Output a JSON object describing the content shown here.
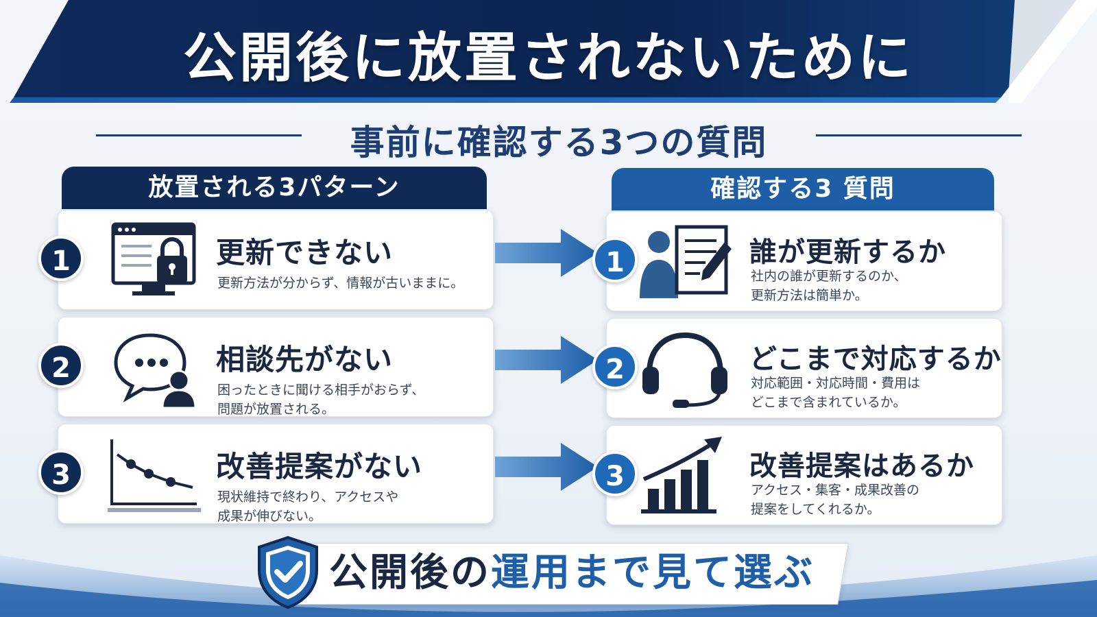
{
  "title": "公開後に放置されないために",
  "subtitle": "事前に確認する3つの質問",
  "left_column": {
    "header": "放置される3パターン",
    "items": [
      {
        "number": "1",
        "title": "更新できない",
        "description": "更新方法が分からず、情報が古いままに。",
        "icon": "locked-monitor-icon"
      },
      {
        "number": "2",
        "title": "相談先がない",
        "description": "困ったときに聞ける相手がおらず、\n問題が放置される。",
        "icon": "chat-bubble-person-icon"
      },
      {
        "number": "3",
        "title": "改善提案がない",
        "description": "現状維持で終わり、アクセスや\n成果が伸びない。",
        "icon": "declining-chart-icon"
      }
    ]
  },
  "right_column": {
    "header": "確認する3 質問",
    "items": [
      {
        "number": "1",
        "title": "誰が更新するか",
        "description": "社内の誰が更新するのか、\n更新方法は簡単か。",
        "icon": "person-document-icon"
      },
      {
        "number": "2",
        "title": "どこまで対応するか",
        "description": "対応範囲・対応時間・費用は\nどこまで含まれているか。",
        "icon": "headset-icon"
      },
      {
        "number": "3",
        "title": "改善提案はあるか",
        "description": "アクセス・集客・成果改善の\n提案をしてくれるか。",
        "icon": "growth-chart-icon"
      }
    ]
  },
  "footer": {
    "part1": "公開後の",
    "part2": "運用まで見て選ぶ",
    "icon": "shield-check-icon"
  },
  "colors": {
    "navy": "#0f2a55",
    "blue": "#1e5ea6",
    "text": "#1a2740"
  }
}
